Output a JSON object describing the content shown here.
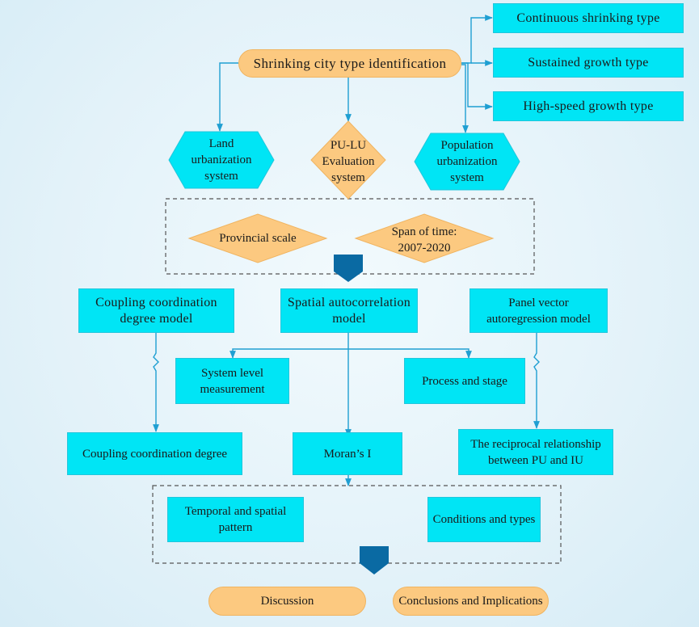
{
  "top": {
    "identification": "Shrinking city type identification",
    "types": [
      "Continuous shrinking type",
      "Sustained growth type",
      "High-speed growth type"
    ]
  },
  "systems": {
    "land": "Land urbanization system",
    "pulu": "PU-LU Evaluation system",
    "population": "Population urbanization system"
  },
  "scope": {
    "provincial": "Provincial scale",
    "span": "Span of time: 2007-2020"
  },
  "models": {
    "coupling": "Coupling coordination degree model",
    "spatial": "Spatial autocorrelation model",
    "panel": "Panel vector autoregression model"
  },
  "middle": {
    "system_level": "System level measurement",
    "process": "Process and stage"
  },
  "outputs": {
    "coupling_degree": "Coupling coordination degree",
    "morans": "Moran’s I",
    "reciprocal": "The reciprocal relationship between PU and IU"
  },
  "patterns": {
    "temporal": "Temporal and spatial pattern",
    "conditions": "Conditions and types"
  },
  "final": {
    "discussion": "Discussion",
    "conclusions": "Conclusions and Implications"
  },
  "colors": {
    "box_fill": "#00e5f5",
    "pill_fill": "#fcc980",
    "arrow": "#1f9fd2",
    "pentagon": "#0a6aa3",
    "dashed": "#555555"
  }
}
